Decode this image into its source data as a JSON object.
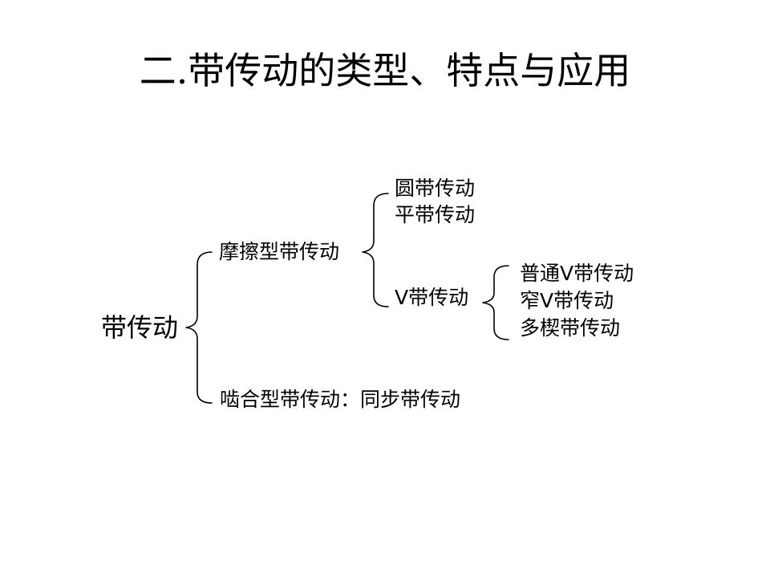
{
  "title": "二.带传动的类型、特点与应用",
  "tree": {
    "root": "带传动",
    "friction": "摩擦型带传动",
    "round_belt": "圆带传动",
    "flat_belt": "平带传动",
    "v_belt": "V带传动",
    "ordinary_v": "普通V带传动",
    "narrow_v": "窄V带传动",
    "multi_wedge": "多楔带传动",
    "meshing": "啮合型带传动：同步带传动"
  }
}
